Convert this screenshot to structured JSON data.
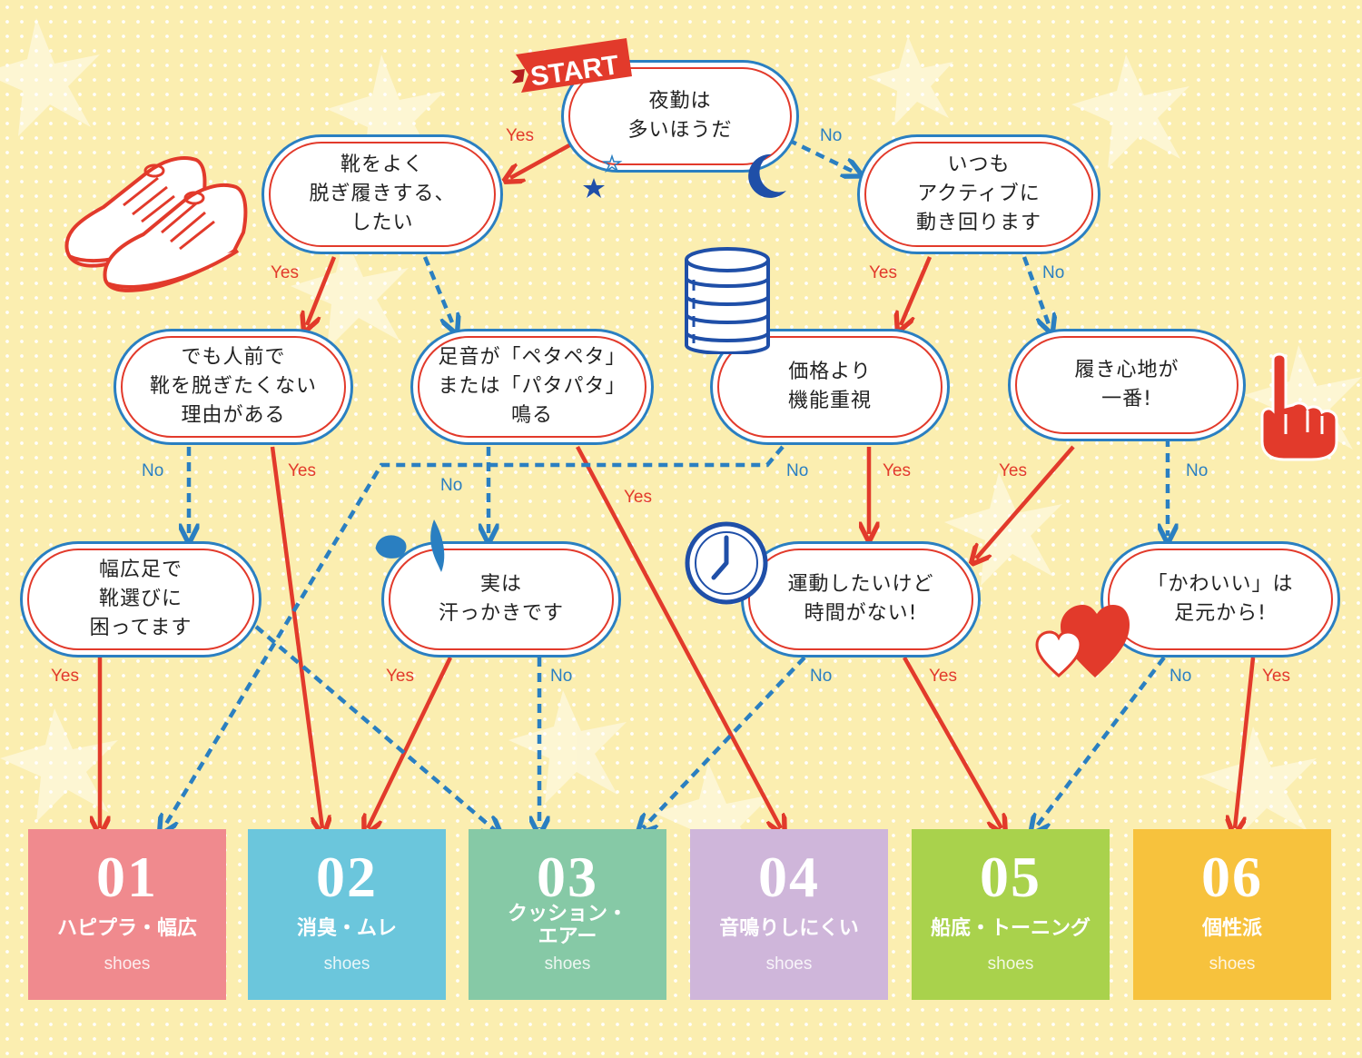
{
  "start_label": "START",
  "nodes": {
    "q1": "夜勤は\n多いほうだ",
    "q2a": "靴をよく\n脱ぎ履きする、\nしたい",
    "q2b": "いつも\nアクティブに\n動き回ります",
    "q3a": "でも人前で\n靴を脱ぎたくない\n理由がある",
    "q3b": "足音が「ペタペタ」\nまたは「パタパタ」\n鳴る",
    "q3c": "価格より\n機能重視",
    "q3d": "履き心地が\n一番!",
    "q4a": "幅広足で\n靴選びに\n困ってます",
    "q4b": "実は\n汗っかきです",
    "q4c": "運動したいけど\n時間がない!",
    "q4d": "「かわいい」は\n足元から!"
  },
  "labels": {
    "yes": "Yes",
    "no": "No"
  },
  "results": [
    {
      "num": "01",
      "name": "ハピプラ・幅広",
      "sub": "shoes",
      "color": "#f08a8e"
    },
    {
      "num": "02",
      "name": "消臭・ムレ",
      "sub": "shoes",
      "color": "#6bc6dc"
    },
    {
      "num": "03",
      "name": "クッション・\nエアー",
      "sub": "shoes",
      "color": "#86c9a6"
    },
    {
      "num": "04",
      "name": "音鳴りしにくい",
      "sub": "shoes",
      "color": "#cfb6da"
    },
    {
      "num": "05",
      "name": "船底・トーニング",
      "sub": "shoes",
      "color": "#a9d24c"
    },
    {
      "num": "06",
      "name": "個性派",
      "sub": "shoes",
      "color": "#f7c23d"
    }
  ],
  "colors": {
    "yes_arrow": "#e23a2b",
    "no_arrow": "#2a7fc1",
    "node_outer": "#2a7fc1",
    "node_inner": "#e23a2b"
  },
  "icons": [
    "sneakers-icon",
    "coin-stack-icon",
    "pointing-hand-icon",
    "clock-icon",
    "hearts-icon",
    "moon-icon",
    "star-icon",
    "sweat-drops-icon"
  ]
}
